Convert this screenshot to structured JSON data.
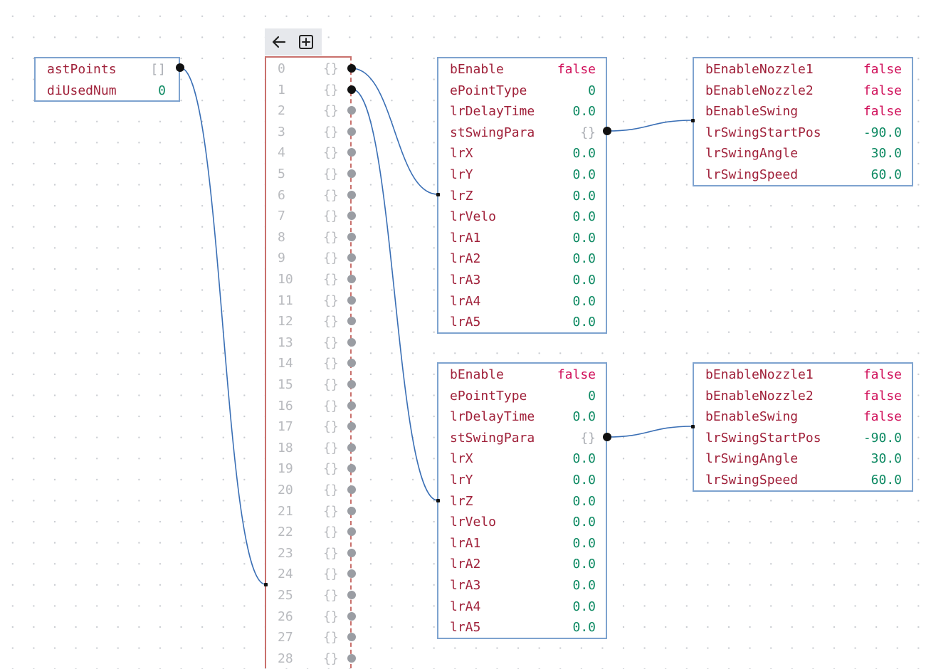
{
  "root": {
    "rows": [
      {
        "key": "astPoints",
        "value": "[]",
        "type": "arr"
      },
      {
        "key": "diUsedNum",
        "value": "0",
        "type": "num"
      }
    ]
  },
  "array": {
    "toolbar": {
      "back_icon": "arrow-left-icon",
      "expand_icon": "plus-square-icon"
    },
    "item_value": "{}",
    "indices": [
      "0",
      "1",
      "2",
      "3",
      "4",
      "5",
      "6",
      "7",
      "8",
      "9",
      "10",
      "11",
      "12",
      "13",
      "14",
      "15",
      "16",
      "17",
      "18",
      "19",
      "20",
      "21",
      "22",
      "23",
      "24",
      "25",
      "26",
      "27",
      "28"
    ]
  },
  "struct_nodes": [
    {
      "rows": [
        {
          "key": "bEnable",
          "value": "false",
          "type": "bool"
        },
        {
          "key": "ePointType",
          "value": "0",
          "type": "num"
        },
        {
          "key": "lrDelayTime",
          "value": "0.0",
          "type": "num"
        },
        {
          "key": "stSwingPara",
          "value": "{}",
          "type": "obj"
        },
        {
          "key": "lrX",
          "value": "0.0",
          "type": "num"
        },
        {
          "key": "lrY",
          "value": "0.0",
          "type": "num"
        },
        {
          "key": "lrZ",
          "value": "0.0",
          "type": "num"
        },
        {
          "key": "lrVelo",
          "value": "0.0",
          "type": "num"
        },
        {
          "key": "lrA1",
          "value": "0.0",
          "type": "num"
        },
        {
          "key": "lrA2",
          "value": "0.0",
          "type": "num"
        },
        {
          "key": "lrA3",
          "value": "0.0",
          "type": "num"
        },
        {
          "key": "lrA4",
          "value": "0.0",
          "type": "num"
        },
        {
          "key": "lrA5",
          "value": "0.0",
          "type": "num"
        }
      ]
    },
    {
      "rows": [
        {
          "key": "bEnable",
          "value": "false",
          "type": "bool"
        },
        {
          "key": "ePointType",
          "value": "0",
          "type": "num"
        },
        {
          "key": "lrDelayTime",
          "value": "0.0",
          "type": "num"
        },
        {
          "key": "stSwingPara",
          "value": "{}",
          "type": "obj"
        },
        {
          "key": "lrX",
          "value": "0.0",
          "type": "num"
        },
        {
          "key": "lrY",
          "value": "0.0",
          "type": "num"
        },
        {
          "key": "lrZ",
          "value": "0.0",
          "type": "num"
        },
        {
          "key": "lrVelo",
          "value": "0.0",
          "type": "num"
        },
        {
          "key": "lrA1",
          "value": "0.0",
          "type": "num"
        },
        {
          "key": "lrA2",
          "value": "0.0",
          "type": "num"
        },
        {
          "key": "lrA3",
          "value": "0.0",
          "type": "num"
        },
        {
          "key": "lrA4",
          "value": "0.0",
          "type": "num"
        },
        {
          "key": "lrA5",
          "value": "0.0",
          "type": "num"
        }
      ]
    }
  ],
  "swing_nodes": [
    {
      "rows": [
        {
          "key": "bEnableNozzle1",
          "value": "false",
          "type": "bool"
        },
        {
          "key": "bEnableNozzle2",
          "value": "false",
          "type": "bool"
        },
        {
          "key": "bEnableSwing",
          "value": "false",
          "type": "bool"
        },
        {
          "key": "lrSwingStartPos",
          "value": "-90.0",
          "type": "num"
        },
        {
          "key": "lrSwingAngle",
          "value": "30.0",
          "type": "num"
        },
        {
          "key": "lrSwingSpeed",
          "value": "60.0",
          "type": "num"
        }
      ]
    },
    {
      "rows": [
        {
          "key": "bEnableNozzle1",
          "value": "false",
          "type": "bool"
        },
        {
          "key": "bEnableNozzle2",
          "value": "false",
          "type": "bool"
        },
        {
          "key": "bEnableSwing",
          "value": "false",
          "type": "bool"
        },
        {
          "key": "lrSwingStartPos",
          "value": "-90.0",
          "type": "num"
        },
        {
          "key": "lrSwingAngle",
          "value": "30.0",
          "type": "num"
        },
        {
          "key": "lrSwingSpeed",
          "value": "60.0",
          "type": "num"
        }
      ]
    }
  ],
  "colors": {
    "wire": "#3a6fb5",
    "array_border": "#c9706c",
    "node_border": "#7ea3cf",
    "key": "#a0213a",
    "bool": "#d0105a",
    "num": "#0e8a63"
  }
}
